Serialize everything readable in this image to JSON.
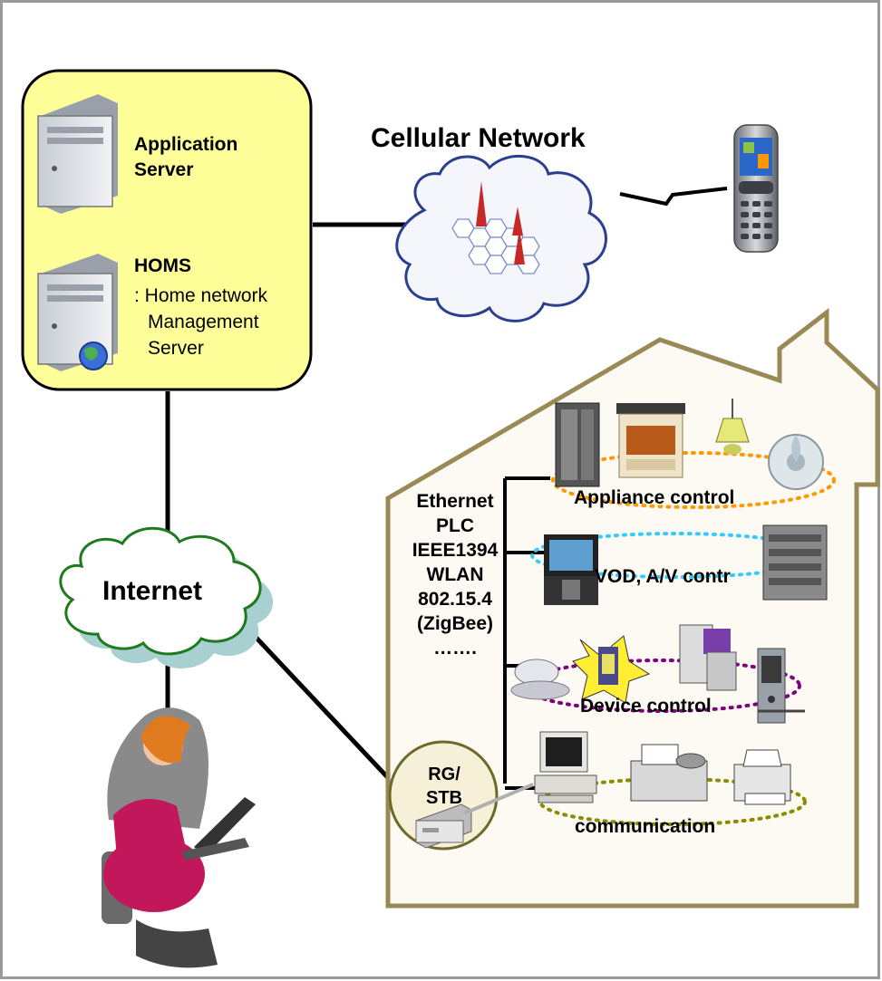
{
  "servers": {
    "app_title_line1": "Application",
    "app_title_line2": "Server",
    "homs_title": "HOMS",
    "homs_desc_line1": ": Home network",
    "homs_desc_line2": "Management",
    "homs_desc_line3": "Server"
  },
  "cellular": {
    "label": "Cellular Network"
  },
  "internet": {
    "label": "Internet"
  },
  "protocols": {
    "items": [
      "Ethernet",
      "PLC",
      "IEEE1394",
      "WLAN",
      "802.15.4",
      "(ZigBee)",
      "……."
    ]
  },
  "home_groups": {
    "appliance": "Appliance control",
    "vod": "VOD, A/V contr",
    "device": "Device control",
    "communication": "communication"
  },
  "gateway": {
    "line1": "RG/",
    "line2": "STB"
  },
  "colors": {
    "server_box_fill": "#ffff99",
    "house_fill": "#fdfaf3",
    "house_stroke": "#998a55",
    "appliance_ring": "#ff9900",
    "vod_ring": "#33ccff",
    "device_ring": "#800080",
    "comm_ring": "#8b8b00"
  }
}
